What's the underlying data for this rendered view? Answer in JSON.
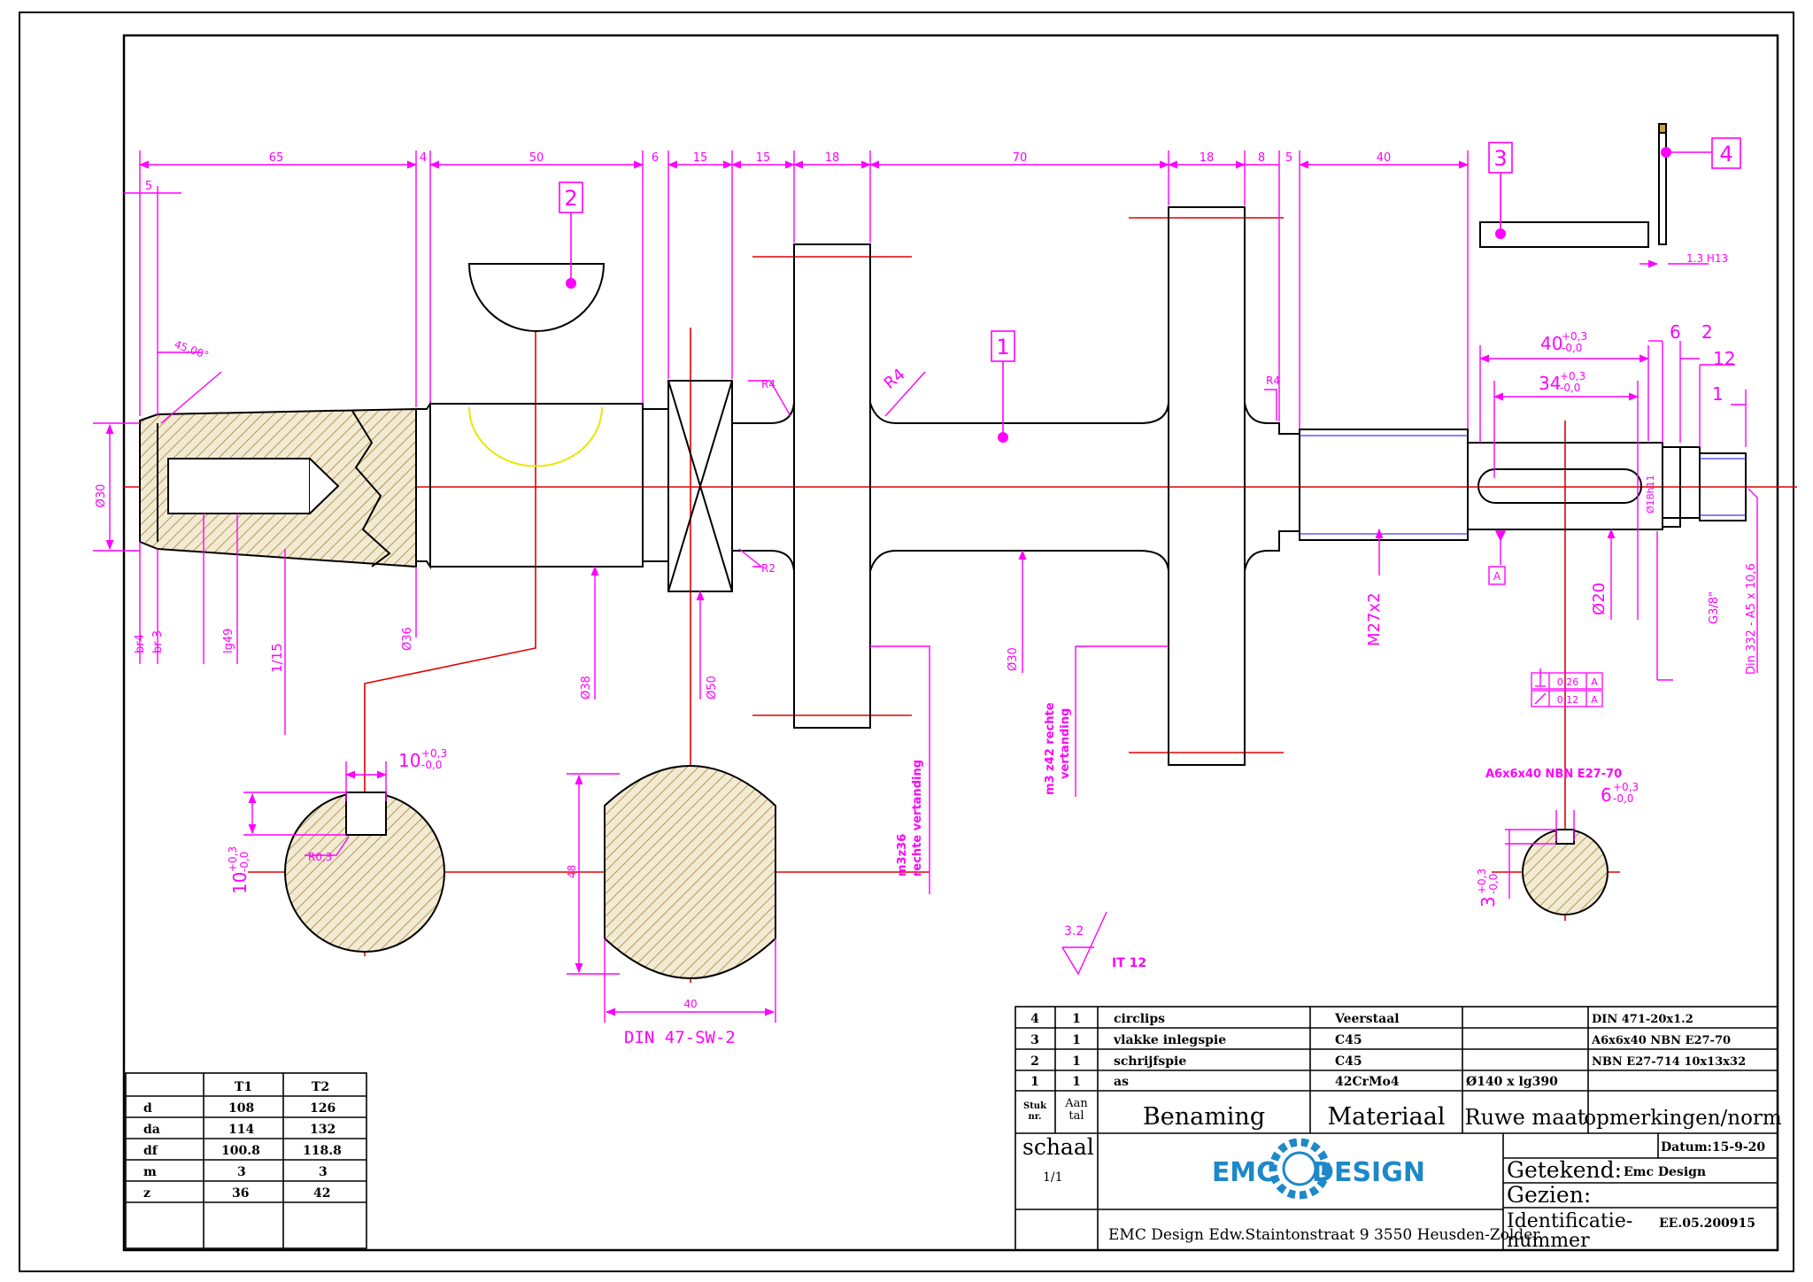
{
  "drawing": {
    "dimensions": {
      "top": [
        "65",
        "4",
        "50",
        "6",
        "15",
        "15",
        "18",
        "70",
        "18",
        "8",
        "5",
        "40"
      ],
      "left_5": "5",
      "chamfer": "45,00°",
      "r4_a": "R4",
      "r4_b": "R4",
      "r4_c": "R4",
      "r2": "R2",
      "d30_left": "Ø30",
      "br4": "br4",
      "br3": "br 3",
      "lg49": "lg49",
      "taper": "1/15",
      "d36": "Ø36",
      "d38": "Ø38",
      "d50": "Ø50",
      "d30_mid": "Ø30",
      "m27": "M27x2",
      "d20": "Ø20",
      "d18": "Ø18h11",
      "g38": "G3/8\"",
      "din332": "Din 332 - A5 x 10,6",
      "slot_40": "40",
      "slot_40_tol_up": "+0,3",
      "slot_40_tol_dn": "-0,0",
      "slot_34": "34",
      "slot_34_tol_up": "+0,3",
      "slot_34_tol_dn": "-0,0",
      "dim_6": "6",
      "dim_2": "2",
      "dim_12": "12",
      "dim_1": "1",
      "dim_13h13": "1.3 H13",
      "datum_a": "A",
      "gtol_1_val": "0.26",
      "gtol_1_ref": "A",
      "gtol_2_val": "0.12",
      "gtol_2_ref": "A",
      "gear1_note_a": "m3z36",
      "gear1_note_b": "rechte vertanding",
      "gear2_note_a": "m3 z42 rechte",
      "gear2_note_b": "vertanding",
      "keyway_w": "10",
      "keyway_w_up": "+0,3",
      "keyway_w_dn": "-0,0",
      "keyway_d": "10",
      "keyway_d_up": "+0,3",
      "keyway_d_dn": "-0,0",
      "r03": "R0,3",
      "flat_48": "48",
      "flat_40": "40",
      "din47": "DIN 47-SW-2",
      "key_note": "A6x6x40 NBN E27-70",
      "key_w": "6",
      "key_w_up": "+0,3",
      "key_w_dn": "-0,0",
      "key_d": "3",
      "key_d_up": "+0,3",
      "key_d_dn": "-0,0",
      "rough": "3.2",
      "it12": "IT 12"
    },
    "balloons": [
      "1",
      "2",
      "3",
      "4"
    ]
  },
  "gear_table": {
    "headers": [
      "",
      "T1",
      "T2"
    ],
    "rows": [
      [
        "d",
        "108",
        "126"
      ],
      [
        "da",
        "114",
        "132"
      ],
      [
        "df",
        "100.8",
        "118.8"
      ],
      [
        "m",
        "3",
        "3"
      ],
      [
        "z",
        "36",
        "42"
      ]
    ]
  },
  "parts_list": {
    "rows": [
      {
        "nr": "4",
        "qty": "1",
        "name": "circlips",
        "material": "Veerstaal",
        "raw": "",
        "norm": "DIN 471-20x1.2"
      },
      {
        "nr": "3",
        "qty": "1",
        "name": "vlakke inlegspie",
        "material": "C45",
        "raw": "",
        "norm": "A6x6x40 NBN E27-70"
      },
      {
        "nr": "2",
        "qty": "1",
        "name": "schrijfspie",
        "material": "C45",
        "raw": "",
        "norm": "NBN E27-714 10x13x32"
      },
      {
        "nr": "1",
        "qty": "1",
        "name": "as",
        "material": "42CrMo4",
        "raw": "Ø140 x lg390",
        "norm": ""
      }
    ],
    "header": {
      "nr_a": "Stuk",
      "nr_b": "nr.",
      "qty_a": "Aan",
      "qty_b": "tal",
      "name": "Benaming",
      "material": "Materiaal",
      "raw": "Ruwe maat",
      "norm": "opmerkingen/norm"
    }
  },
  "title_block": {
    "scale_label": "schaal",
    "scale_value": "1/1",
    "date": "Datum:15-9-20",
    "drawn_label": "Getekend:",
    "drawn_value": "Emc Design",
    "seen_label": "Gezien:",
    "id_label_a": "Identificatie-",
    "id_label_b": "nummer",
    "id_value": "EE.05.200915",
    "address": "EMC Design Edw.Staintonstraat 9 3550 Heusden-Zolder",
    "logo_left": "EMC",
    "logo_right": "DESIGN"
  },
  "colors": {
    "dimension": "#ff00ff",
    "centerline": "#e00000",
    "outline": "#000000",
    "hatch": "#b59a5a",
    "key_arc": "#e8e800",
    "thread": "#3a3aff",
    "logo": "#1e88c8"
  }
}
